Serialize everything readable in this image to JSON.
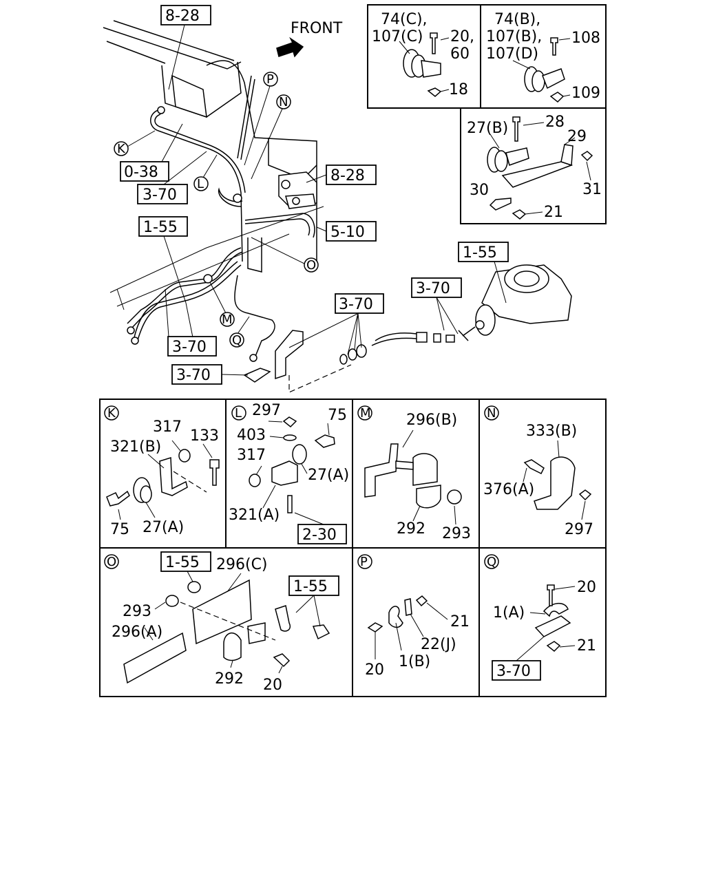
{
  "header": {
    "direction_label": "FRONT"
  },
  "main_view": {
    "ref_boxes": [
      "8-28",
      "0-38",
      "3-70",
      "1-55",
      "8-28",
      "5-10",
      "1-55",
      "3-70",
      "3-70",
      "3-70",
      "3-70"
    ],
    "circle_markers": [
      "K",
      "L",
      "M",
      "N",
      "O",
      "P",
      "Q"
    ]
  },
  "top_right_insets": {
    "inset_a": {
      "labels": [
        "74(C),",
        "107(C)",
        "20,",
        "60",
        "18"
      ]
    },
    "inset_b": {
      "labels": [
        "74(B),",
        "107(B),",
        "107(D)",
        "108",
        "109"
      ]
    },
    "inset_c": {
      "labels": [
        "27(B)",
        "28",
        "29",
        "30",
        "31",
        "21"
      ]
    }
  },
  "detail_panels": {
    "K": {
      "marker": "K",
      "labels": [
        "317",
        "133",
        "321(B)",
        "75",
        "27(A)"
      ]
    },
    "L": {
      "marker": "L",
      "labels": [
        "297",
        "75",
        "403",
        "317",
        "27(A)",
        "321(A)"
      ],
      "ref_box": "2-30"
    },
    "M": {
      "marker": "M",
      "labels": [
        "296(B)",
        "292",
        "293"
      ]
    },
    "N": {
      "marker": "N",
      "labels": [
        "333(B)",
        "376(A)",
        "297"
      ]
    },
    "O": {
      "marker": "O",
      "labels": [
        "296(C)",
        "293",
        "296(A)",
        "292",
        "20"
      ],
      "ref_boxes": [
        "1-55",
        "1-55"
      ]
    },
    "P": {
      "marker": "P",
      "labels": [
        "21",
        "22(J)",
        "20",
        "1(B)"
      ]
    },
    "Q": {
      "marker": "Q",
      "labels": [
        "20",
        "1(A)",
        "21"
      ],
      "ref_box": "3-70"
    }
  }
}
